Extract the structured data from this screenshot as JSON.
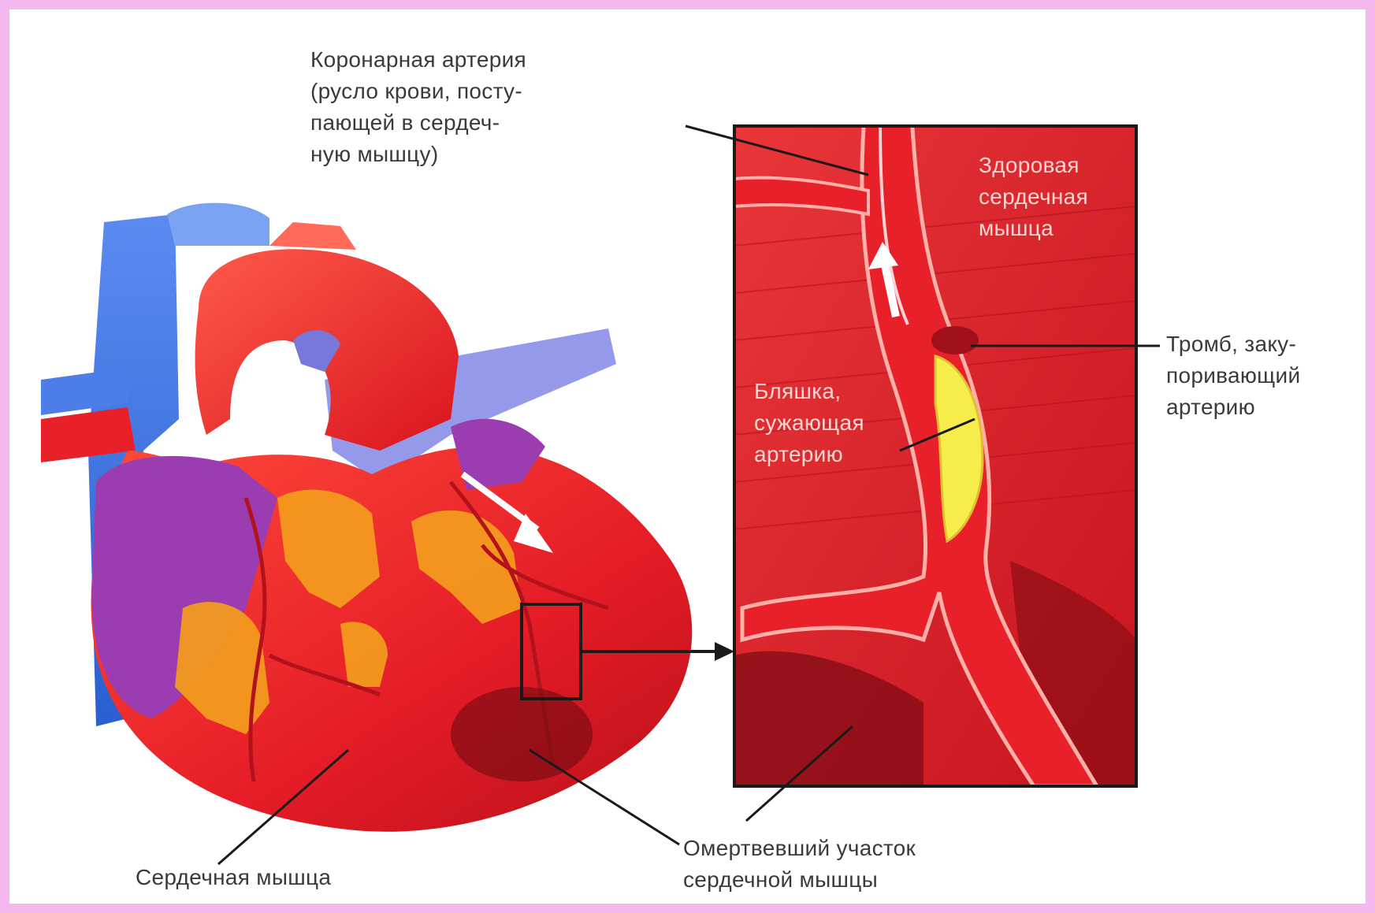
{
  "labels": {
    "coronary_artery": "Коронарная артерия\n(русло крови, посту-\nпающей в сердеч-\nную мышцу)",
    "healthy_muscle": "Здоровая\nсердечная\nмышца",
    "thrombus": "Тромб, заку-\nпоривающий\nартерию",
    "plaque": "Бляшка,\nсужающая\nартерию",
    "dead_area": "Омертвевший участок\nсердечной мышцы",
    "heart_muscle": "Сердечная мышца"
  },
  "colors": {
    "frame": "#f4b8ee",
    "heart_red": "#e8202a",
    "heart_dark": "#b3121c",
    "fat_orange": "#f39a1e",
    "vein_blue": "#2f6fe0",
    "purple": "#9b3db0",
    "plaque_yellow": "#f6ec4a",
    "muscle_bg": "#d8202a",
    "leader": "#1a1a1a"
  }
}
